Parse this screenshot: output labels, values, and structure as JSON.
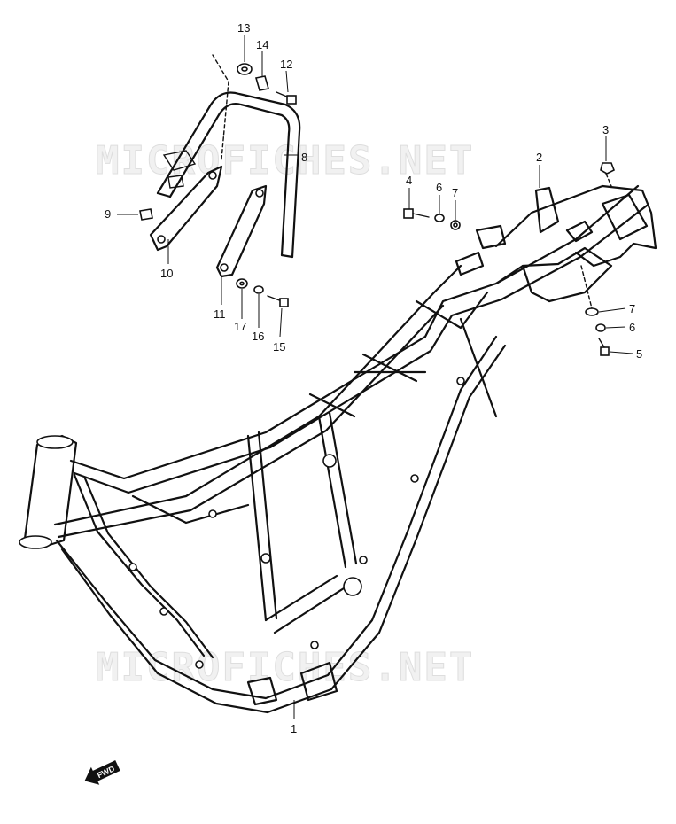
{
  "watermark": "MICROFICHES.NET",
  "direction_label": "FWD",
  "callouts": {
    "c1": "1",
    "c2": "2",
    "c3": "3",
    "c4": "4",
    "c5": "5",
    "c6a": "6",
    "c6b": "6",
    "c7a": "7",
    "c7b": "7",
    "c8": "8",
    "c9": "9",
    "c10": "10",
    "c11": "11",
    "c12": "12",
    "c13": "13",
    "c14": "14",
    "c15": "15",
    "c16": "16",
    "c17": "17"
  }
}
